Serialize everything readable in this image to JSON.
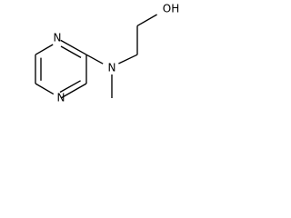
{
  "molecule": {
    "atoms": {
      "pyrazine_n_top": "N",
      "pyrazine_n_bottom": "N",
      "amine_n": "N",
      "hydroxyl": "OH"
    }
  }
}
